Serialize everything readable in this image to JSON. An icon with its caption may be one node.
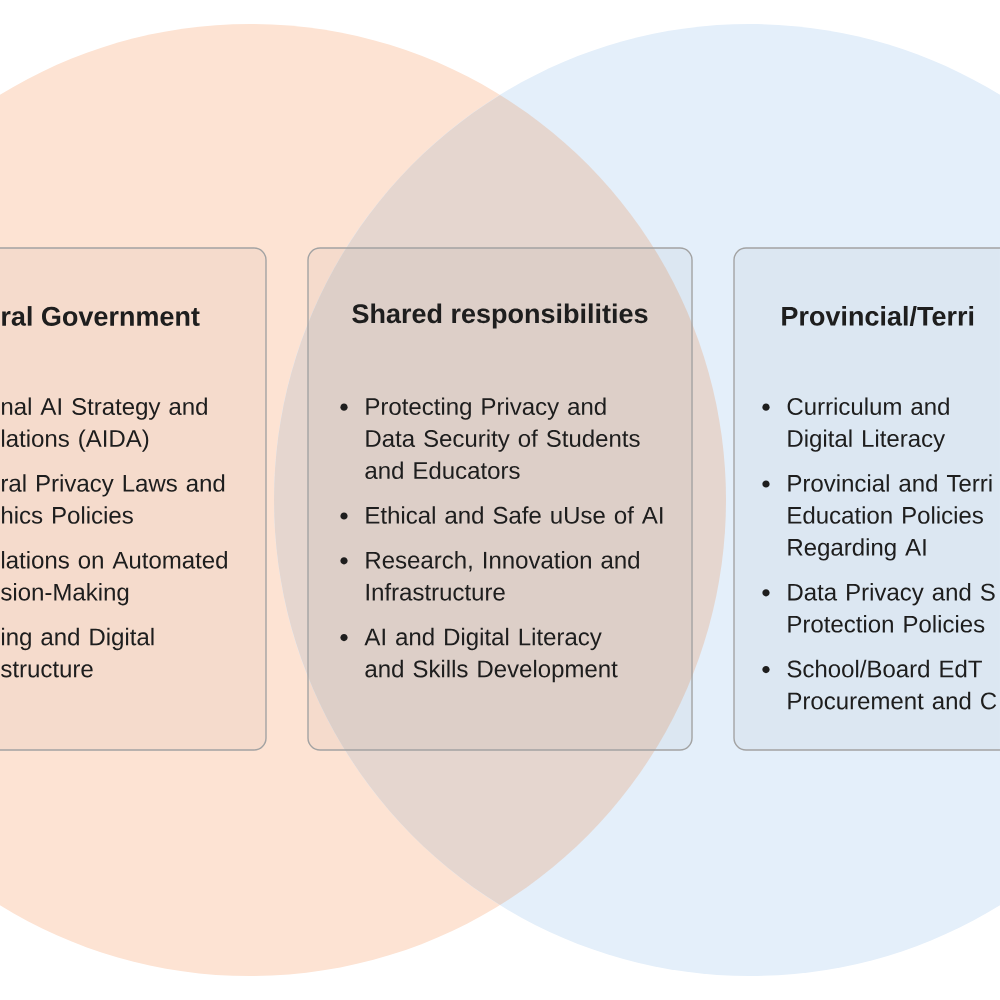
{
  "diagram": {
    "nodes": [
      {
        "text": [
          "ral Government",
          "nal AI Strategy and lations (AIDA)",
          "ral Privacy Laws and hics Policies",
          "lations on Automated sion-Making",
          "ing and Digital structure"
        ]
      },
      {
        "text": [
          "Shared responsibilities",
          "Protecting Privacy and Data Security of Students and Educators",
          "Ethical and Safe uUse of AI",
          "Research, Innovation and Infrastructure",
          "AI and Digital Literacy and Skills Development"
        ]
      },
      {
        "text": [
          "Provincial/Terri",
          "Curriculum and Digital Literacy",
          "Provincial and Terri Education Policies Regarding AI",
          "Data Privacy and S Protection Policies",
          "School/Board EdT Procurement and C"
        ]
      }
    ]
  }
}
